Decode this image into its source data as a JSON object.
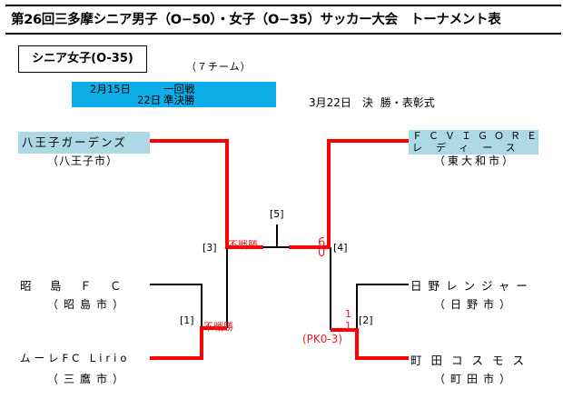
{
  "title": "第26回三多摩シニア男子（O−50）・女子（O−35）サッカー大会　トーナメント表",
  "category": "シニア女子(O-35)",
  "team_count": "（７チーム）",
  "schedule": {
    "line1_date": "2月15日",
    "line1_round": "一回戦",
    "line2_date": "22日",
    "line2_round": "準決勝",
    "final": "3月22日　決 勝・表彰式"
  },
  "teams": [
    {
      "name": "八王子ガーデンズ",
      "city": "（八王子市）"
    },
    {
      "name": "昭　島　Ｆ　Ｃ",
      "city": "（昭島市）"
    },
    {
      "name": "ムーレFC Lirio",
      "city": "（三鷹市）"
    },
    {
      "name_line1": "ＦＣＶＩＧＯＲＥ",
      "name_line2": "レディース",
      "city": "（東大和市）"
    },
    {
      "name": "日野レンジャー",
      "city": "（日野市）"
    },
    {
      "name": "町田コスモス",
      "city": "（町田市）"
    }
  ],
  "matches": {
    "m1": "[1]",
    "m2": "[2]",
    "m3": "[3]",
    "m4": "[4]",
    "m5": "[5]"
  },
  "results": {
    "m1": "不戦勝",
    "m3": "不戦勝",
    "m4_top": "6",
    "m4_bottom": "0",
    "m2_top": "1",
    "m2_bottom": "1",
    "m2_pk": "(PK0-3)"
  },
  "colors": {
    "winner_line": "#ff0000",
    "schedule_bg": "#0baee8",
    "team_bg": "#add8e6"
  }
}
